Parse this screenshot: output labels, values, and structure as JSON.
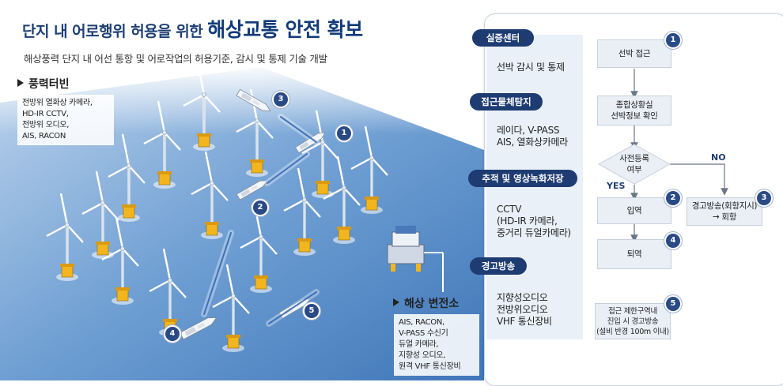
{
  "header": {
    "title_prefix": "단지 내 어로행위 허용을 위한",
    "title_main": "해상교통 안전 확보",
    "subtitle": "해상풍력 단지 내 어선 통항 및 어로작업의 허용기준, 감시 및 통제 기술 개발"
  },
  "turbine_section": {
    "heading": "풍력터빈",
    "items": [
      "전방위 열화상 카메라,",
      "HD-IR CCTV,",
      "전방위 오디오,",
      "AIS, RACON"
    ]
  },
  "substation_section": {
    "heading": "해상 변전소",
    "items": [
      "AIS, RACON,",
      " V-PASS 수신기",
      "듀얼 카메라,",
      "지향성 오디오,",
      "원격 VHF 통신장비"
    ]
  },
  "ship_markers": [
    "1",
    "2",
    "3",
    "4",
    "5"
  ],
  "left_column": [
    {
      "tag": "실증센터",
      "lines": [
        "선박 감시 및 통제"
      ]
    },
    {
      "tag": "접근물체탐지",
      "lines": [
        "레이다, V-PASS",
        "AIS, 열화상카메라"
      ]
    },
    {
      "tag": "추적 및 영상녹화저장",
      "lines": [
        "CCTV",
        "(HD-IR 카메라,",
        "중거리 듀얼카메라)"
      ]
    },
    {
      "tag": "경고방송",
      "lines": [
        "지향성오디오",
        "전방위오디오",
        "VHF 통신장비"
      ]
    }
  ],
  "flow": {
    "approach": {
      "num": "1",
      "lines": [
        "선박 접근"
      ]
    },
    "confirm": {
      "lines": [
        "종합상황실",
        "선박정보 확인"
      ]
    },
    "decision": {
      "lines": [
        "사전등록",
        "여부"
      ]
    },
    "yes_label": "YES",
    "no_label": "NO",
    "enter": {
      "num": "2",
      "lines": [
        "입역"
      ]
    },
    "warn": {
      "num": "3",
      "lines": [
        "경고방송(회항지시)",
        "→ 회항"
      ]
    },
    "exit": {
      "num": "4",
      "lines": [
        "퇴역"
      ]
    },
    "restrict": {
      "num": "5",
      "lines": [
        "접근 제한구역내",
        "진입 시 경고방송",
        "(설비 반경 100m 이내)"
      ]
    }
  },
  "colors": {
    "navy": "#1e3c72",
    "sea": "#5f93cc",
    "box": "#eaeff6",
    "turbine_yellow": "#f2b51d"
  }
}
